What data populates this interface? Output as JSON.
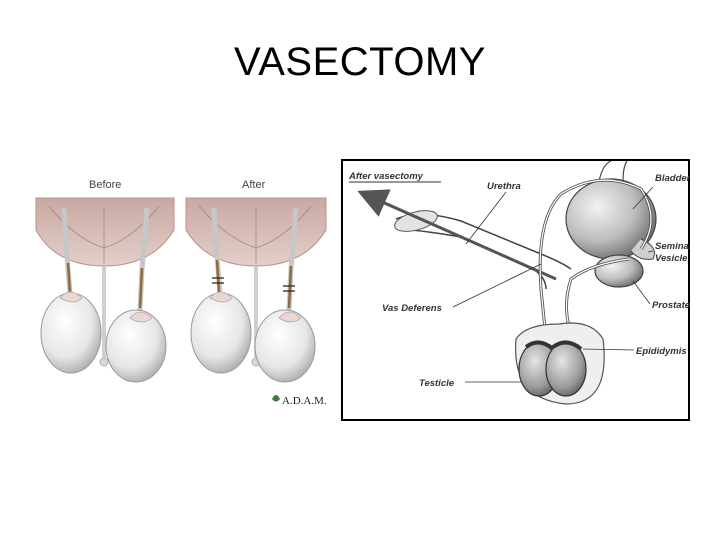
{
  "slide": {
    "title": "VASECTOMY"
  },
  "left_figure": {
    "panel_before": "Before",
    "panel_after": "After",
    "credit": "A.D.A.M."
  },
  "right_figure": {
    "heading": "After vasectomy",
    "labels": {
      "urethra": "Urethra",
      "bladder": "Bladder",
      "seminal": "Seminal",
      "vesicle": "Vesicle",
      "vas_deferens": "Vas Deferens",
      "prostate": "Prostate",
      "epididymis": "Epididymis",
      "testicle": "Testicle"
    }
  }
}
